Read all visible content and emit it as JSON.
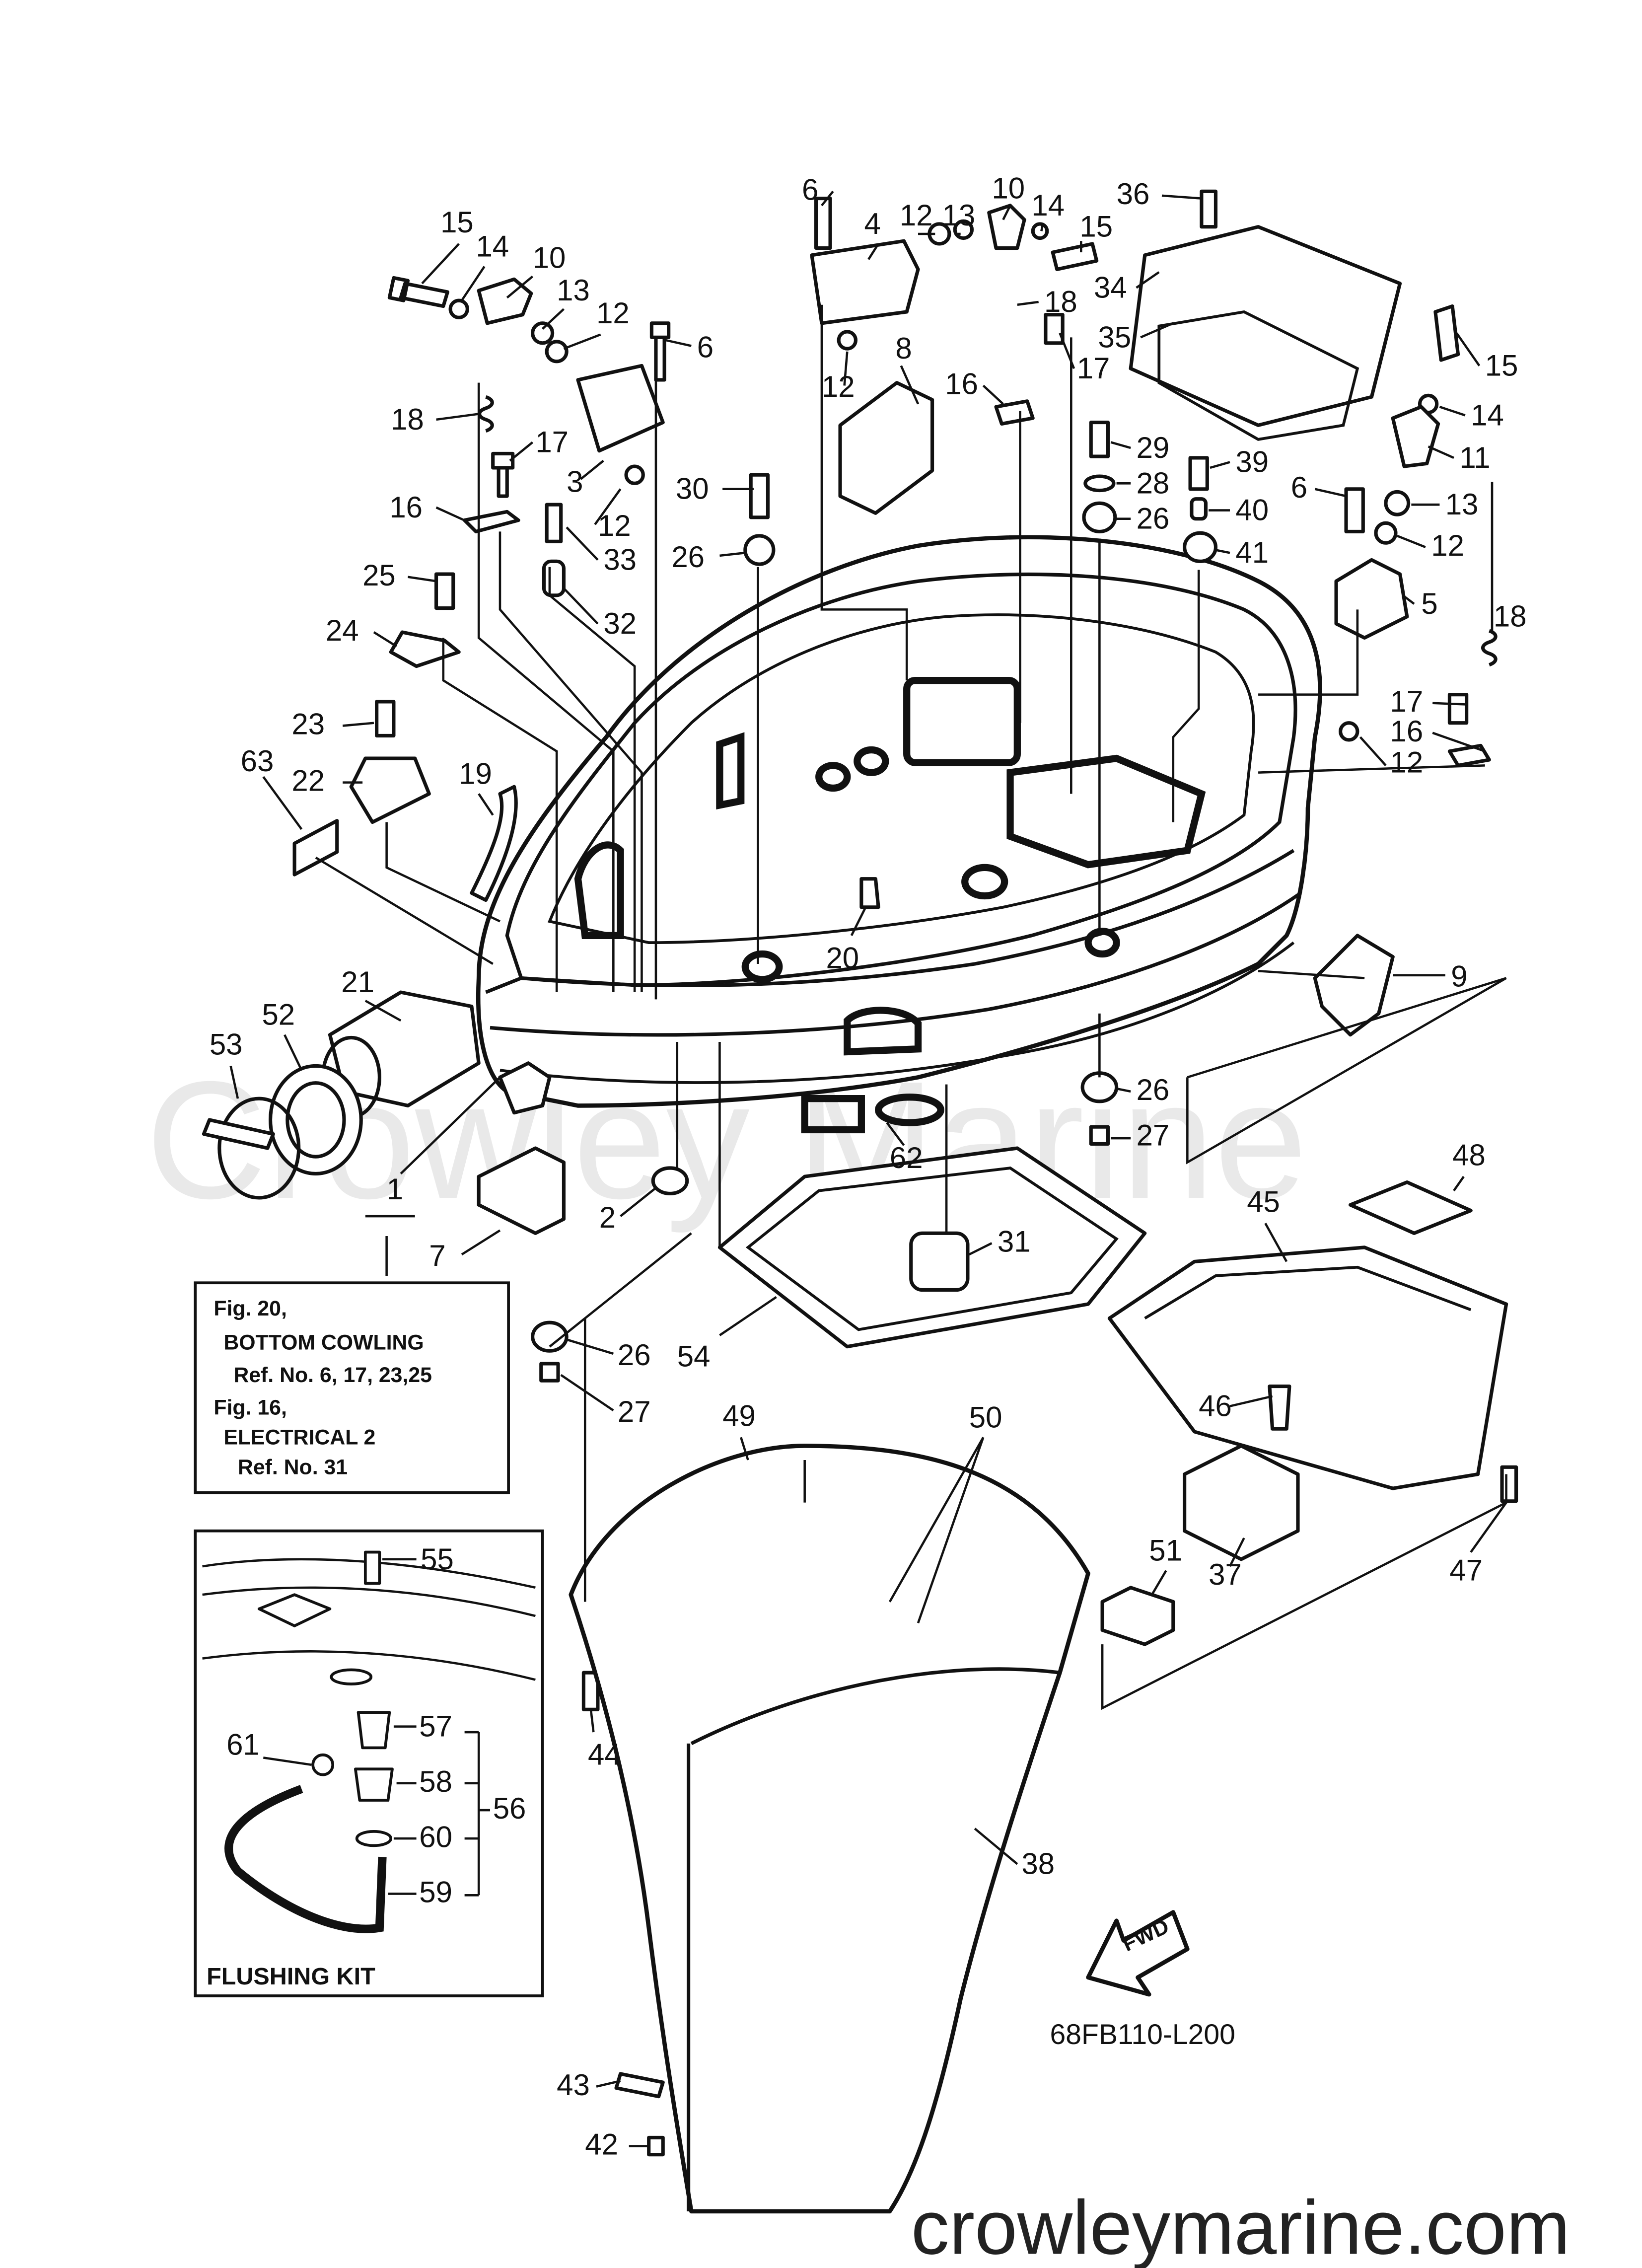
{
  "watermark": "Crowley Marine",
  "website": "crowleymarine.com",
  "diagram_code": "68FB110-L200",
  "fwd_label": "FWD",
  "reference_box": {
    "lines": [
      "Fig. 20,",
      "BOTTOM COWLING",
      "Ref. No. 6, 17, 23,25",
      "Fig. 16,",
      "ELECTRICAL 2",
      "Ref. No. 31"
    ]
  },
  "flushing_kit": {
    "title": "FLUSHING KIT"
  },
  "callouts": [
    {
      "id": "c15a",
      "text": "15"
    },
    {
      "id": "c14a",
      "text": "14"
    },
    {
      "id": "c10a",
      "text": "10"
    },
    {
      "id": "c13a",
      "text": "13"
    },
    {
      "id": "c12a",
      "text": "12"
    },
    {
      "id": "c6a",
      "text": "6"
    },
    {
      "id": "c18a",
      "text": "18"
    },
    {
      "id": "c17a",
      "text": "17"
    },
    {
      "id": "c3",
      "text": "3"
    },
    {
      "id": "c12b",
      "text": "12"
    },
    {
      "id": "c16a",
      "text": "16"
    },
    {
      "id": "c33",
      "text": "33"
    },
    {
      "id": "c25",
      "text": "25"
    },
    {
      "id": "c32",
      "text": "32"
    },
    {
      "id": "c24",
      "text": "24"
    },
    {
      "id": "c23",
      "text": "23"
    },
    {
      "id": "c22",
      "text": "22"
    },
    {
      "id": "c63",
      "text": "63"
    },
    {
      "id": "c19",
      "text": "19"
    },
    {
      "id": "c6b",
      "text": "6"
    },
    {
      "id": "c4",
      "text": "4"
    },
    {
      "id": "c12c",
      "text": "12"
    },
    {
      "id": "c13b",
      "text": "13"
    },
    {
      "id": "c10b",
      "text": "10"
    },
    {
      "id": "c14b",
      "text": "14"
    },
    {
      "id": "c15b",
      "text": "15"
    },
    {
      "id": "c18b",
      "text": "18"
    },
    {
      "id": "c12d",
      "text": "12"
    },
    {
      "id": "c8",
      "text": "8"
    },
    {
      "id": "c16b",
      "text": "16"
    },
    {
      "id": "c17b",
      "text": "17"
    },
    {
      "id": "c30",
      "text": "30"
    },
    {
      "id": "c26a",
      "text": "26"
    },
    {
      "id": "c36",
      "text": "36"
    },
    {
      "id": "c34",
      "text": "34"
    },
    {
      "id": "c35",
      "text": "35"
    },
    {
      "id": "c29",
      "text": "29"
    },
    {
      "id": "c28",
      "text": "28"
    },
    {
      "id": "c26b",
      "text": "26"
    },
    {
      "id": "c39",
      "text": "39"
    },
    {
      "id": "c40",
      "text": "40"
    },
    {
      "id": "c41",
      "text": "41"
    },
    {
      "id": "c15c",
      "text": "15"
    },
    {
      "id": "c14c",
      "text": "14"
    },
    {
      "id": "c11",
      "text": "11"
    },
    {
      "id": "c6c",
      "text": "6"
    },
    {
      "id": "c13c",
      "text": "13"
    },
    {
      "id": "c12e",
      "text": "12"
    },
    {
      "id": "c5",
      "text": "5"
    },
    {
      "id": "c18c",
      "text": "18"
    },
    {
      "id": "c17c",
      "text": "17"
    },
    {
      "id": "c16c",
      "text": "16"
    },
    {
      "id": "c12f",
      "text": "12"
    },
    {
      "id": "c20",
      "text": "20"
    },
    {
      "id": "c9",
      "text": "9"
    },
    {
      "id": "c21",
      "text": "21"
    },
    {
      "id": "c52",
      "text": "52"
    },
    {
      "id": "c53",
      "text": "53"
    },
    {
      "id": "c1",
      "text": "1"
    },
    {
      "id": "c2",
      "text": "2"
    },
    {
      "id": "c7",
      "text": "7"
    },
    {
      "id": "c62",
      "text": "62"
    },
    {
      "id": "c26c",
      "text": "26"
    },
    {
      "id": "c27a",
      "text": "27"
    },
    {
      "id": "c48",
      "text": "48"
    },
    {
      "id": "c45",
      "text": "45"
    },
    {
      "id": "c31",
      "text": "31"
    },
    {
      "id": "c54",
      "text": "54"
    },
    {
      "id": "c26d",
      "text": "26"
    },
    {
      "id": "c27b",
      "text": "27"
    },
    {
      "id": "c49",
      "text": "49"
    },
    {
      "id": "c50",
      "text": "50"
    },
    {
      "id": "c46",
      "text": "46"
    },
    {
      "id": "c37",
      "text": "37"
    },
    {
      "id": "c47",
      "text": "47"
    },
    {
      "id": "c51",
      "text": "51"
    },
    {
      "id": "c44",
      "text": "44"
    },
    {
      "id": "c38",
      "text": "38"
    },
    {
      "id": "c55",
      "text": "55"
    },
    {
      "id": "c57",
      "text": "57"
    },
    {
      "id": "c61",
      "text": "61"
    },
    {
      "id": "c58",
      "text": "58"
    },
    {
      "id": "c56",
      "text": "56"
    },
    {
      "id": "c60",
      "text": "60"
    },
    {
      "id": "c59",
      "text": "59"
    },
    {
      "id": "c43",
      "text": "43"
    },
    {
      "id": "c42",
      "text": "42"
    }
  ]
}
